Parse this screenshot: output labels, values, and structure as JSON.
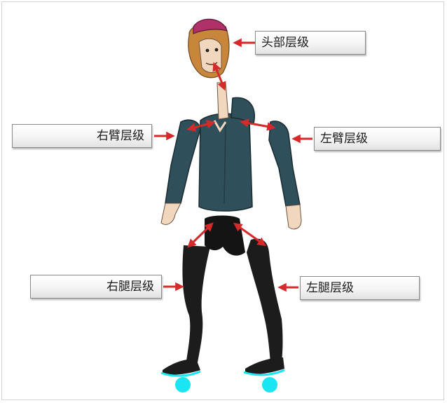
{
  "labels": {
    "head": "头部层级",
    "right_arm": "右臂层级",
    "left_arm": "左臂层级",
    "right_leg": "右腿层级",
    "left_leg": "左腿层级"
  },
  "colors": {
    "arrow": "#d42a2a",
    "hoodie": "#2f4f5a",
    "hoodie_dark": "#223b44",
    "hair": "#c8863a",
    "cap": "#b0306a",
    "skin": "#f1d7be",
    "pants": "#1c1c1c",
    "shoe_glow": "#19e6f2"
  }
}
